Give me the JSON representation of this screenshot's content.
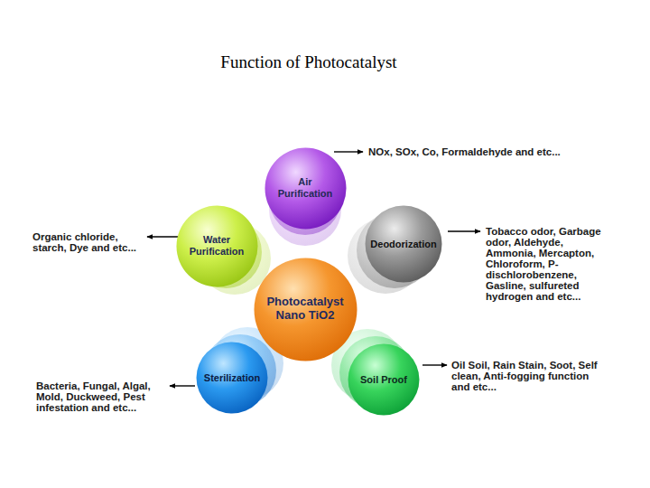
{
  "diagram": {
    "title": "Function of Photocatalyst",
    "nodes": [
      {
        "text": [
          "Air Purification"
        ]
      },
      {
        "text": [
          "Water Purification"
        ]
      },
      {
        "text": [
          "Deodorization"
        ]
      },
      {
        "text": [
          "Photocatalyst Nano TiO2"
        ]
      },
      {
        "text": [
          "Sterilization"
        ]
      },
      {
        "text": [
          "Soil Proof"
        ]
      }
    ],
    "edges": [],
    "labels": [
      "NOx, SOx, Co, Formaldehyde and etc...",
      "Organic chloride, starch, Dye and etc...",
      "Tobacco odor, Garbage odor, Aldehyde, Ammonia, Mercapton, Chloroform, P-dischlorobenzene, Gasline, sulfureted hydrogen and etc...",
      "Oil Soil, Rain Stain, Soot, Self clean, Anti-fogging function and etc...",
      "Bacteria, Fungal, Algal, Mold, Duckweed, Pest infestation and etc..."
    ]
  }
}
